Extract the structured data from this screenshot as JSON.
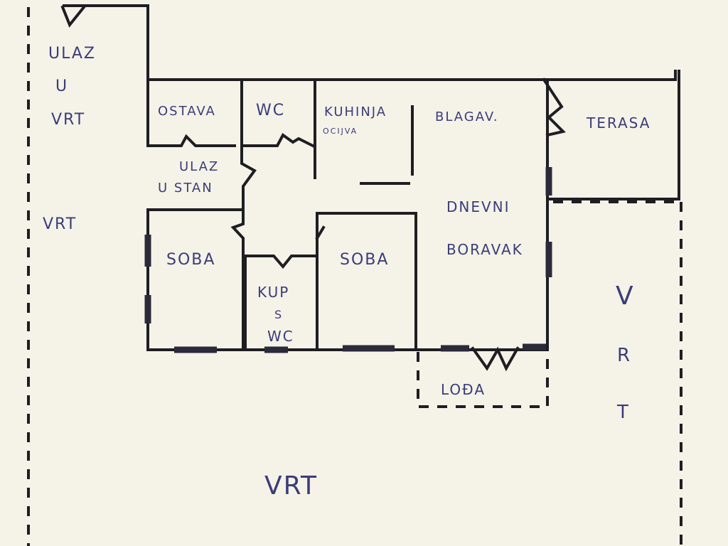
{
  "plan": {
    "rooms": {
      "garden_entrance": [
        "ULAZ",
        "U",
        "VRT"
      ],
      "garden_left": "VRT",
      "storage": "OSTAVA",
      "wc": "WC",
      "kitchen": "KUHINJA",
      "kitchen_note": "OCIJVA",
      "dining": "BLAGAV.",
      "terrace": "TERASA",
      "apartment_entrance": [
        "ULAZ",
        "U STAN"
      ],
      "living_room": [
        "DNEVNI",
        "BORAVAK"
      ],
      "room_left": "SOBA",
      "room_middle": "SOBA",
      "bathroom": [
        "KUP",
        "S",
        "WC"
      ],
      "loggia": "LOĐA",
      "garden_bottom": "VRT",
      "garden_right": [
        "V",
        "R",
        "T"
      ]
    }
  }
}
